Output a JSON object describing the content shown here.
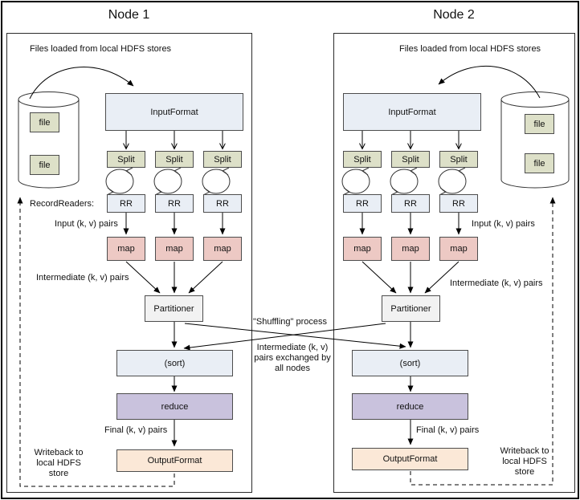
{
  "colors": {
    "border": "#4d4d4d",
    "line": "#000000",
    "io_fill": "#e9eef5",
    "split_fill": "#dde0c8",
    "map_fill": "#edc9c4",
    "partitioner_fill": "#f2f2f2",
    "reduce_fill": "#c9c2dd",
    "output_fill": "#fbe8d7"
  },
  "node1": {
    "title": "Node 1",
    "files_loaded_label": "Files loaded from local HDFS stores",
    "file_label": "file",
    "record_readers_label": "RecordReaders:",
    "input_format": "InputFormat",
    "split": "Split",
    "rr": "RR",
    "input_pairs_label": "Input (k, v) pairs",
    "map": "map",
    "intermediate_pairs_label": "Intermediate (k, v) pairs",
    "partitioner": "Partitioner",
    "sort": "(sort)",
    "reduce": "reduce",
    "final_pairs_label": "Final (k, v) pairs",
    "output_format": "OutputFormat",
    "writeback_label": "Writeback to local HDFS store"
  },
  "node2": {
    "title": "Node 2",
    "files_loaded_label": "Files loaded from local HDFS stores",
    "file_label": "file",
    "input_format": "InputFormat",
    "split": "Split",
    "rr": "RR",
    "input_pairs_label": "Input (k, v) pairs",
    "map": "map",
    "intermediate_pairs_label": "Intermediate (k, v) pairs",
    "partitioner": "Partitioner",
    "sort": "(sort)",
    "reduce": "reduce",
    "final_pairs_label": "Final (k, v) pairs",
    "output_format": "OutputFormat",
    "writeback_label": "Writeback to local HDFS store"
  },
  "center": {
    "shuffling_label": "\"Shuffling\" process",
    "exchange_label": "Intermediate (k, v) pairs exchanged by all nodes"
  }
}
